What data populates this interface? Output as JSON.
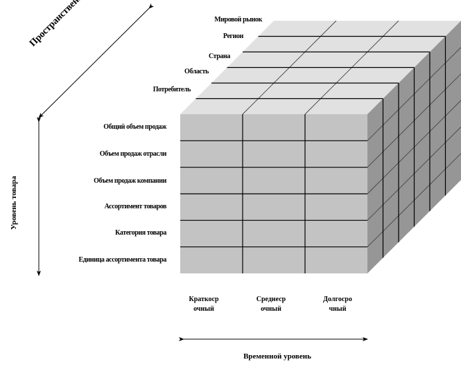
{
  "axes": {
    "spatial": "Пространственный уровень",
    "product": "Уровень товара",
    "time": "Временной  уровень"
  },
  "spatial_levels": [
    "Мировой рынок",
    "Регион",
    "Страна",
    "Область",
    "Потребитель"
  ],
  "product_levels": [
    "Общий объем продаж",
    "Объем продаж отрасли",
    "Объем продаж компании",
    "Ассортимент товаров",
    "Категория товара",
    "Единица  ассортимента товара"
  ],
  "time_levels": [
    {
      "line1": "Краткоср",
      "line2": "очный"
    },
    {
      "line1": "Среднеср",
      "line2": "очный"
    },
    {
      "line1": "Долгосро",
      "line2": "чный"
    }
  ],
  "colors": {
    "front": "#c3c3c3",
    "top": "#e1e1e1",
    "side": "#969696",
    "line": "#000000"
  }
}
